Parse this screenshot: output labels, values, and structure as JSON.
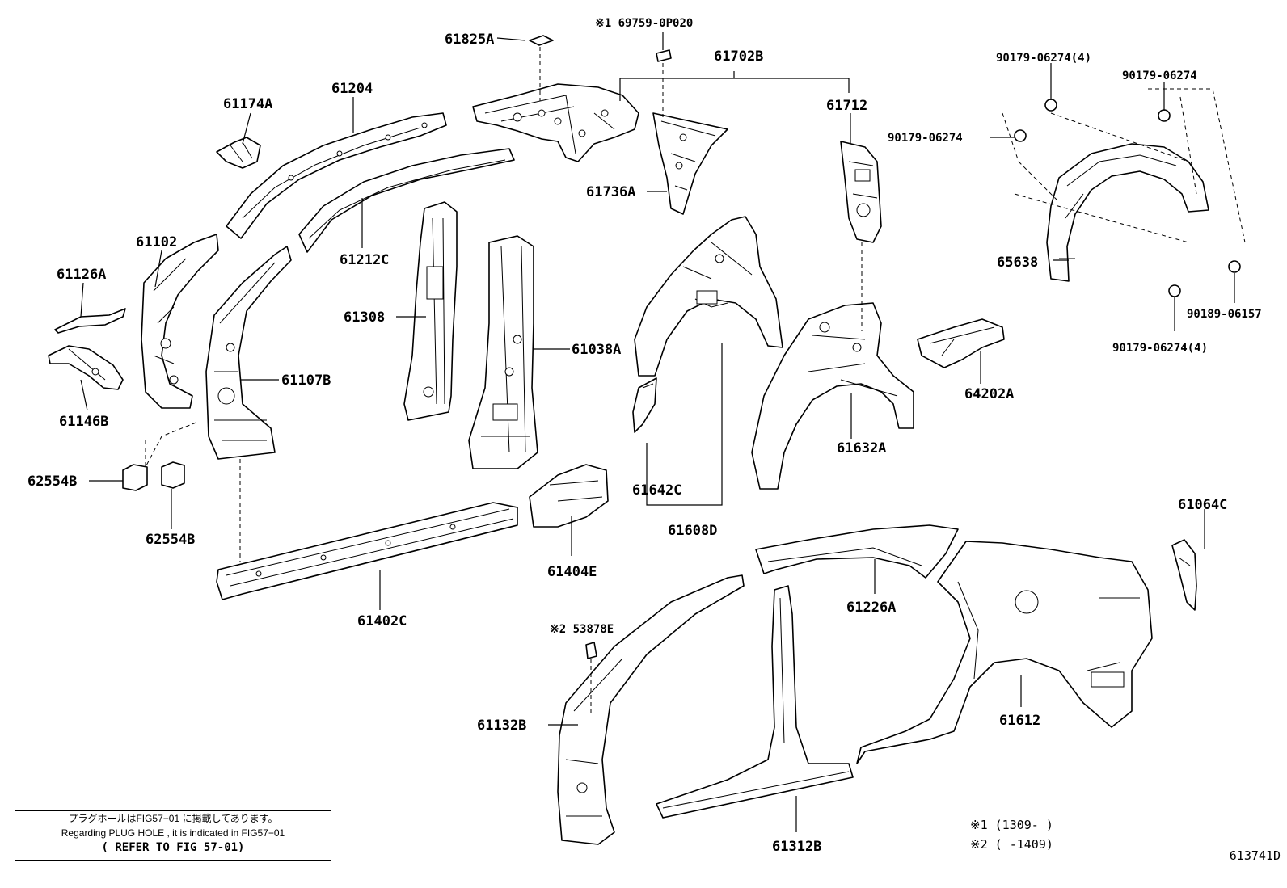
{
  "labels": {
    "p61825A": "61825A",
    "n1_69759": "※1 69759-0P020",
    "p61702B": "61702B",
    "p61204": "61204",
    "p61174A": "61174A",
    "p61712": "61712",
    "p61736A": "61736A",
    "p61212C": "61212C",
    "p61102": "61102",
    "p61126A": "61126A",
    "p61308": "61308",
    "p61038A": "61038A",
    "p61107B": "61107B",
    "p61146B": "61146B",
    "p62554B_1": "62554B",
    "p62554B_2": "62554B",
    "p61642C": "61642C",
    "p61608D": "61608D",
    "p61632A": "61632A",
    "p61404E": "61404E",
    "p61402C": "61402C",
    "n2_53878E": "※2 53878E",
    "p61132B": "61132B",
    "p61312B": "61312B",
    "p61226A": "61226A",
    "p61612": "61612",
    "p61064C": "61064C",
    "p65638": "65638",
    "p64202A": "64202A",
    "c90179_4a": "90179-06274(4)",
    "c90179_a": "90179-06274",
    "c90179_b": "90179-06274",
    "c90189": "90189-06157",
    "c90179_4b": "90179-06274(4)"
  },
  "note": {
    "line1": "プラグホールはFIG57−01 に掲載してあります。",
    "line2": "Regarding PLUG HOLE , it is indicated in FIG57−01",
    "line3": "( REFER TO FIG 57-01)"
  },
  "footnotes": {
    "f1": "※1 (1309-      )",
    "f2": "※2 (      -1409)"
  },
  "figure_id": "613741D"
}
